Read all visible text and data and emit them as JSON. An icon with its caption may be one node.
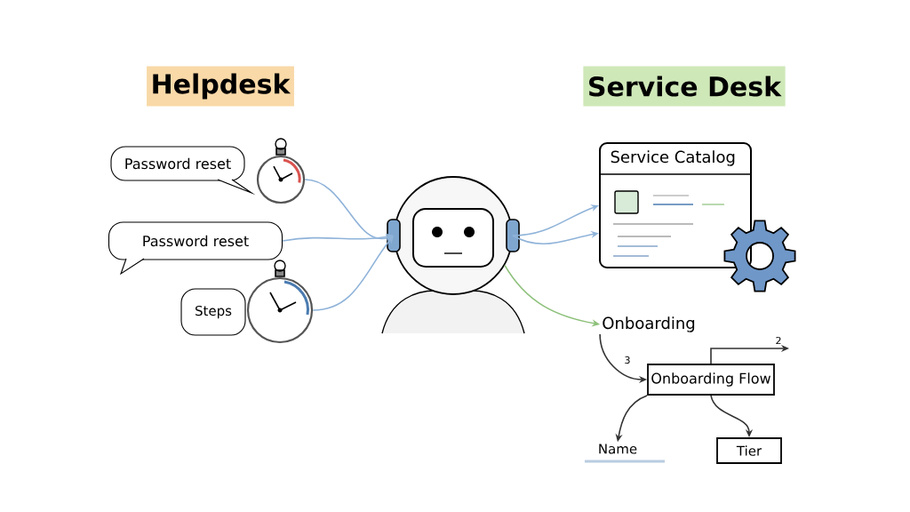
{
  "diagram": {
    "nodes": [
      {
        "text": [
          "Helpdesk"
        ]
      },
      {
        "text": [
          "Service Desk"
        ]
      },
      {
        "text": [
          "Password reset"
        ]
      },
      {
        "text": [],
        "shape": "picture"
      },
      {
        "text": [
          "Password reset"
        ]
      },
      {
        "text": [
          "Steps"
        ]
      },
      {
        "text": [],
        "shape": "picture"
      },
      {
        "text": [],
        "shape": "picture"
      },
      {
        "text": [
          "Service Catalog"
        ]
      },
      {
        "text": [
          "Onboarding"
        ]
      },
      {
        "text": [
          "Onboarding Flow"
        ]
      },
      {
        "text": [
          "Name"
        ]
      },
      {
        "text": [
          "Tier"
        ]
      }
    ],
    "edges": [
      {
        "from": 3,
        "to": 7,
        "arrow": "to"
      },
      {
        "from": 4,
        "to": 7,
        "arrow": "to"
      },
      {
        "from": 6,
        "to": 7,
        "arrow": "to"
      },
      {
        "from": 7,
        "to": 8,
        "arrow": "to"
      },
      {
        "from": 7,
        "to": 8,
        "arrow": "to"
      },
      {
        "from": 7,
        "to": 9,
        "arrow": "to",
        "color": "#8dc07a"
      },
      {
        "from": 9,
        "to": 10,
        "arrow": "to",
        "label": "3",
        "color": "#333333"
      },
      {
        "from": 10,
        "to": null,
        "arrow": "to",
        "label": "2",
        "color": "#333333"
      },
      {
        "from": 10,
        "to": 11,
        "arrow": "to",
        "color": "#333333"
      },
      {
        "from": 10,
        "to": 12,
        "arrow": "to",
        "color": "#333333"
      }
    ]
  }
}
